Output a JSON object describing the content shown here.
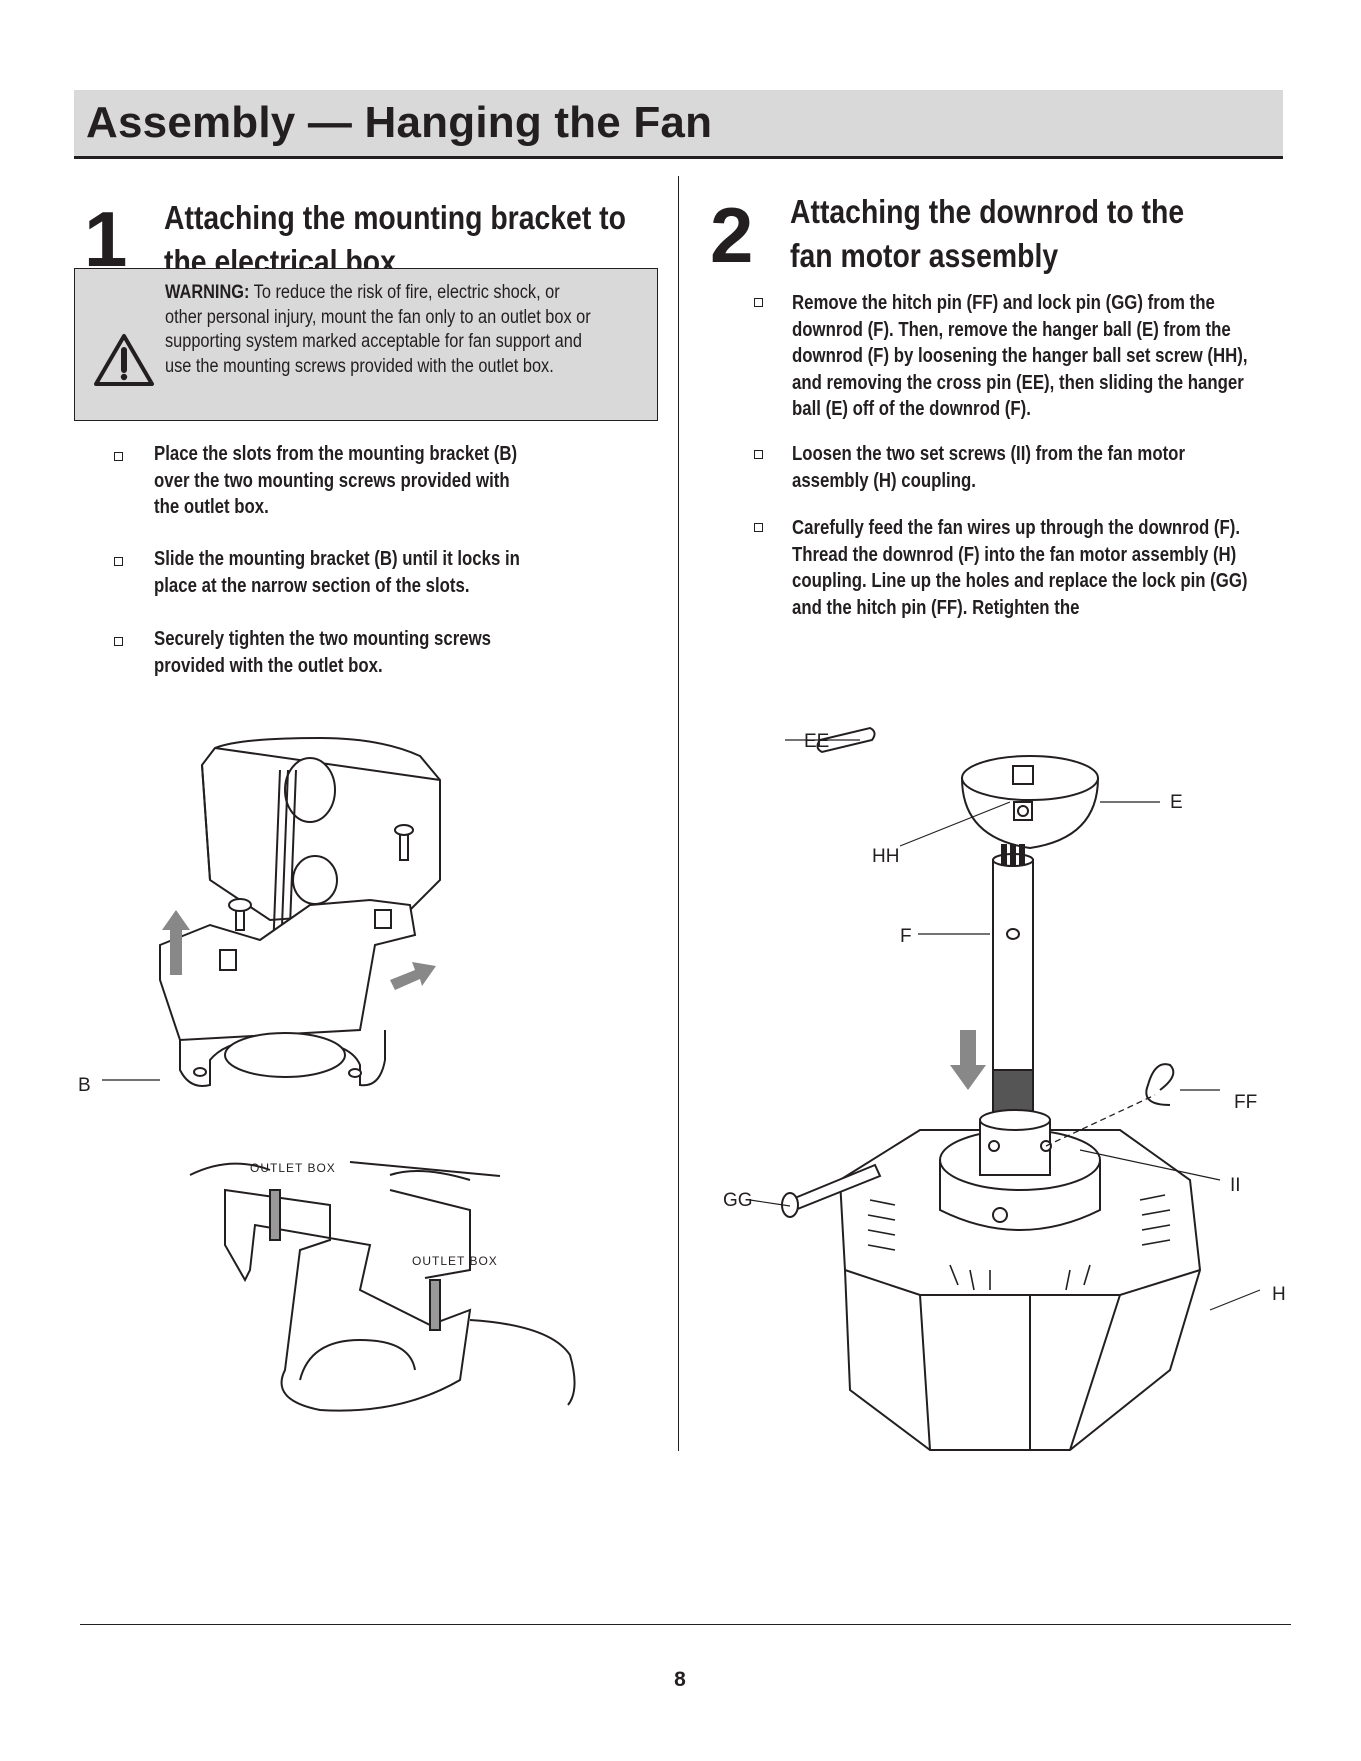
{
  "page": {
    "title": "Assembly — Hanging the Fan",
    "page_number": "8"
  },
  "step1": {
    "number": "1",
    "heading_line1": "Attaching the mounting bracket to",
    "heading_line2": "the electrical box",
    "warning_label": "WARNING:",
    "warning_lines": [
      " To reduce the risk of fire, electric shock, or",
      "other personal injury, mount the fan only to an outlet box or",
      "supporting system marked acceptable for fan support and",
      "use the mounting screws provided with the outlet box."
    ],
    "bullets": [
      [
        "Place the slots from the mounting bracket (B)",
        "over the two mounting screws provided with",
        "the outlet box."
      ],
      [
        "Slide the mounting bracket (B) until it locks in",
        "place at the narrow section of the slots."
      ],
      [
        "Securely tighten the two mounting screws",
        "provided with the outlet box."
      ]
    ],
    "labels": {
      "B": "B",
      "outlet_box_1": "OUTLET BOX",
      "outlet_box_2": "OUTLET BOX"
    }
  },
  "step2": {
    "number": "2",
    "heading_line1": "Attaching the downrod to the",
    "heading_line2": "fan motor assembly",
    "bullets": [
      [
        "Remove the hitch pin (FF) and lock pin (GG) from the",
        "downrod (F). Then, remove the hanger ball (E) from the",
        "downrod (F) by loosening the hanger ball set screw (HH),",
        "and removing the cross pin (EE), then sliding the hanger",
        "ball (E) off of the downrod (F)."
      ],
      [
        "Loosen the two set screws (II) from the fan motor",
        "assembly (H) coupling."
      ],
      [
        "Carefully feed the fan wires up through the downrod (F).",
        "Thread the downrod (F) into the fan motor assembly (H)",
        "coupling. Line up the holes and replace the lock pin (GG)",
        "and the hitch pin (FF). Retighten the"
      ]
    ],
    "labels": {
      "EE": "EE",
      "E": "E",
      "HH": "HH",
      "F": "F",
      "FF": "FF",
      "GG": "GG",
      "II": "II",
      "H": "H"
    }
  }
}
